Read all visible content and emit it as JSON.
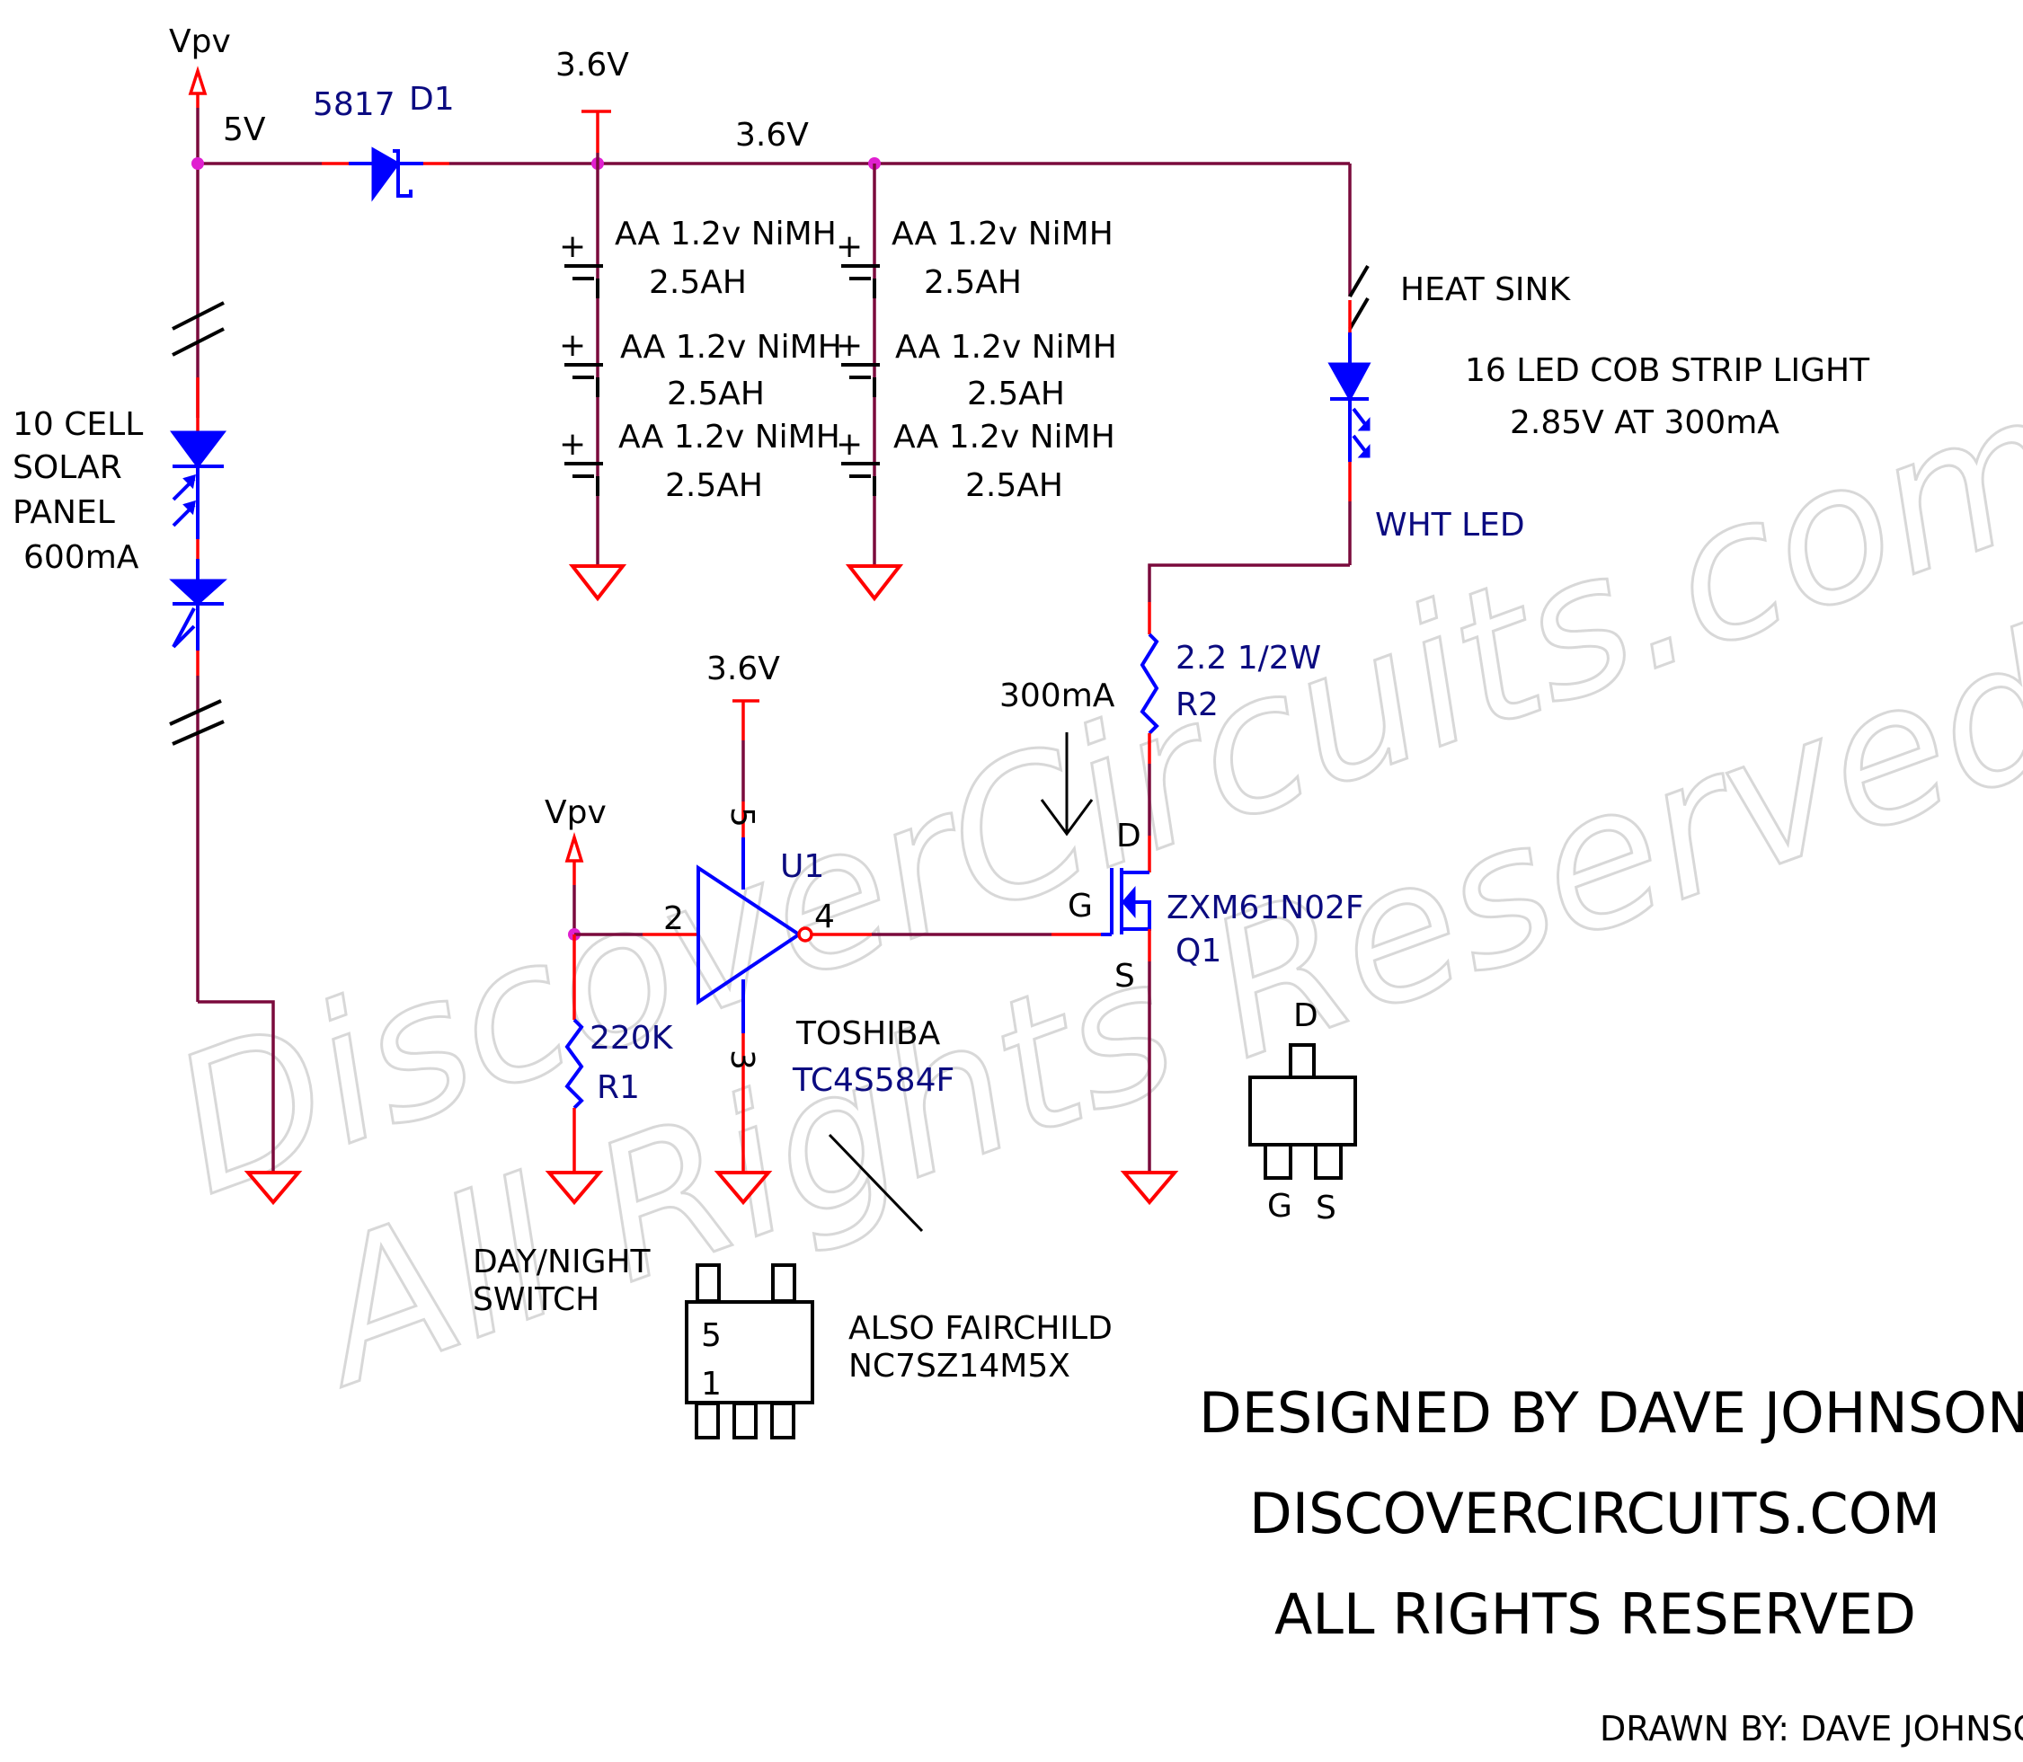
{
  "watermark": {
    "line1": "DiscoverCircuits.com",
    "line2": "All Rights Reserved"
  },
  "nets": {
    "vpv_top": "Vpv",
    "vpv_switch": "Vpv",
    "v5": "5V",
    "v36_top": "3.6V",
    "v36_rail": "3.6V",
    "v36_u1": "3.6V"
  },
  "d1": {
    "part": "5817",
    "ref": "D1"
  },
  "solar_panel": {
    "line1": "10 CELL",
    "line2": "SOLAR",
    "line3": "PANEL",
    "line4": "600mA"
  },
  "batteries": [
    {
      "type": "AA 1.2v NiMH",
      "capacity": "2.5AH"
    },
    {
      "type": "AA 1.2v NiMH",
      "capacity": "2.5AH"
    },
    {
      "type": "AA 1.2v NiMH",
      "capacity": "2.5AH"
    },
    {
      "type": "AA 1.2v NiMH",
      "capacity": "2.5AH"
    },
    {
      "type": "AA 1.2v NiMH",
      "capacity": "2.5AH"
    },
    {
      "type": "AA 1.2v NiMH",
      "capacity": "2.5AH"
    }
  ],
  "battery_plus": "+",
  "led": {
    "heat_sink": "HEAT SINK",
    "desc1": "16 LED COB STRIP LIGHT",
    "desc2": "2.85V AT 300mA",
    "ref": "WHT LED"
  },
  "r2": {
    "value": "2.2 1/2W",
    "ref": "R2"
  },
  "current_label": "300mA",
  "q1": {
    "part": "ZXM61N02F",
    "ref": "Q1",
    "pin_d": "D",
    "pin_g": "G",
    "pin_s": "S"
  },
  "u1": {
    "ref": "U1",
    "pin_in": "2",
    "pin_out": "4",
    "pin_vcc": "5",
    "pin_gnd": "3",
    "maker": "TOSHIBA",
    "part": "TC4S584F"
  },
  "r1": {
    "value": "220K",
    "ref": "R1"
  },
  "day_night": {
    "line1": "DAY/NIGHT",
    "line2": "SWITCH"
  },
  "alt_part": {
    "line1": "ALSO FAIRCHILD",
    "line2": "NC7SZ14M5X"
  },
  "sot23_5": {
    "pin5": "5",
    "pin1": "1"
  },
  "sot23": {
    "d": "D",
    "g": "G",
    "s": "S"
  },
  "credits": {
    "designed": "DESIGNED BY DAVE JOHNSON",
    "site": "DISCOVERCIRCUITS.COM",
    "rights": "ALL RIGHTS RESERVED",
    "drawn": "DRAWN BY: DAVE JOHNSON"
  },
  "colors": {
    "wire": "#7a0a3c",
    "pin": "#ff0000",
    "component": "#0000ff",
    "junction": "#e020d0",
    "reference_text": "#0b0b80"
  }
}
